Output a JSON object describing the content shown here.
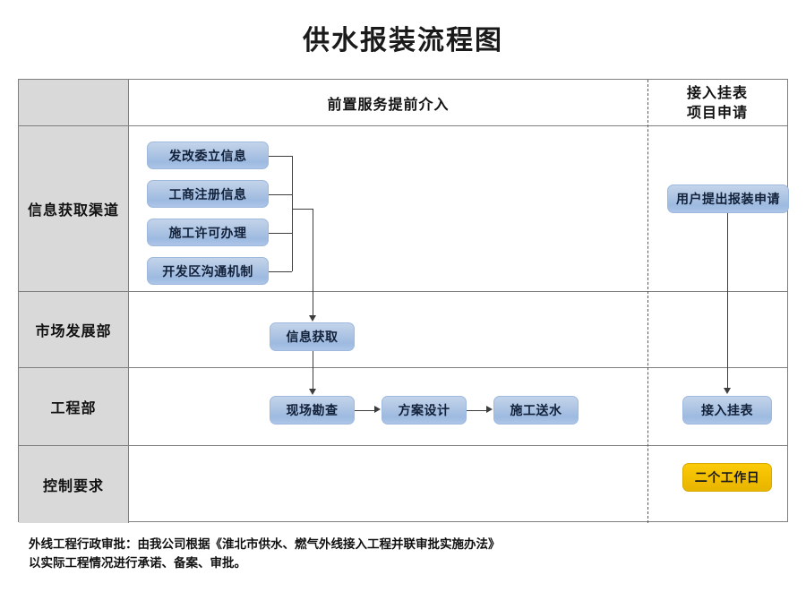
{
  "title": "供水报装流程图",
  "colors": {
    "node_fill": "#aac4e4",
    "node_border": "#9fb8dd",
    "highlight_fill": "#f2be00",
    "row_label_bg": "#d9d9d9",
    "grid_line": "#7f7f7f",
    "connector": "#3d3d3d"
  },
  "header": {
    "left_blank": "",
    "main_label": "前置服务提前介入",
    "right_label_line1": "接入挂表",
    "right_label_line2": "项目申请"
  },
  "rows": [
    {
      "label": "信息获取渠道"
    },
    {
      "label": "市场发展部"
    },
    {
      "label": "工程部"
    },
    {
      "label": "控制要求"
    }
  ],
  "nodes": {
    "ndrc_info": "发改委立信息",
    "business_reg_info": "工商注册信息",
    "construction_permit": "施工许可办理",
    "dev_zone_channel": "开发区沟通机制",
    "info_acquisition": "信息获取",
    "site_survey": "现场勘查",
    "scheme_design": "方案设计",
    "construction_supply": "施工送水",
    "user_application": "用户提出报装申请",
    "meter_connection": "接入挂表",
    "two_working_days": "二个工作日"
  },
  "footnote": {
    "line1": "外线工程行政审批：由我公司根据《淮北市供水、燃气外线接入工程并联审批实施办法》",
    "line2": "以实际工程情况进行承诺、备案、审批。"
  }
}
